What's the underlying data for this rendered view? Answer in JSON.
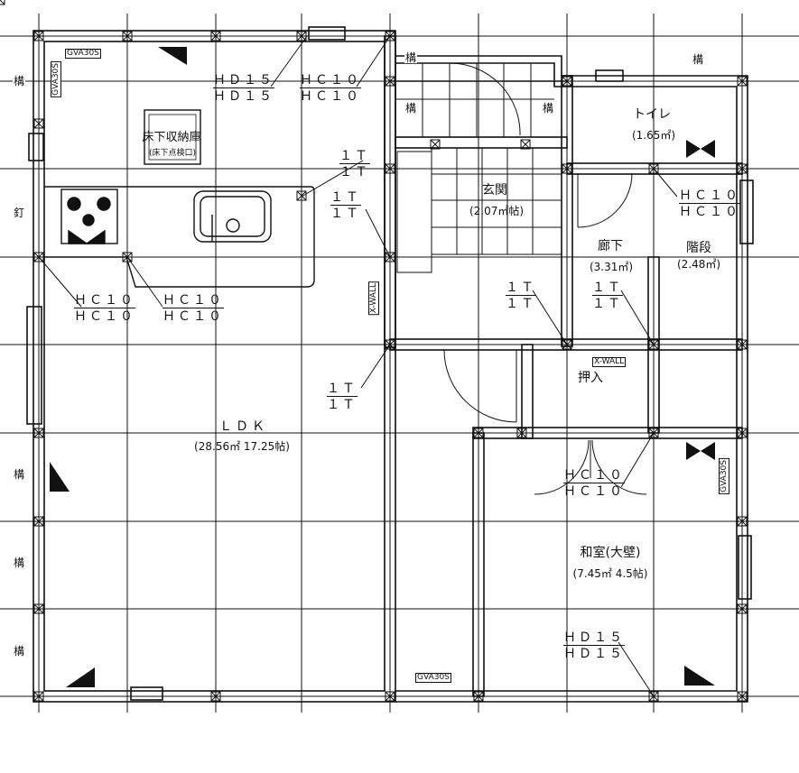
{
  "rooms": {
    "ldk": {
      "name": "ＬＤＫ",
      "area": "(28.56㎡ 17.25帖)"
    },
    "storage": {
      "name": "床下収納庫",
      "sub": "(床下点検口)"
    },
    "genkan": {
      "name": "玄関",
      "area": "(2.07㎡帖)"
    },
    "toilet": {
      "name": "トイレ",
      "area": "(1.65㎡)"
    },
    "hall": {
      "name": "廊下",
      "area": "(3.31㎡)"
    },
    "stairs": {
      "name": "階段",
      "area": "(2.48㎡)"
    },
    "closet": {
      "name": "押入"
    },
    "washitsu": {
      "name": "和室(大壁)",
      "area": "(7.45㎡ 4.5帖)"
    }
  },
  "specs": {
    "hd15": {
      "top": "ＨＤ１５",
      "bottom": "ＨＤ１５"
    },
    "hc10": {
      "top": "ＨＣ１０",
      "bottom": "ＨＣ１０"
    },
    "t1": {
      "top": "１Ｔ",
      "bottom": "１Ｔ"
    }
  },
  "tags": {
    "gva": "GVA30S",
    "xwall": "X-WALL",
    "kou": "構",
    "kugi": "釘"
  }
}
